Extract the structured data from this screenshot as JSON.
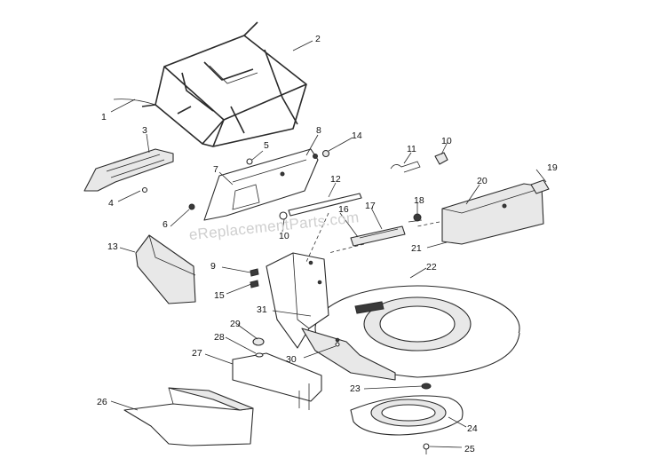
{
  "watermark": "eReplacementParts.com",
  "callouts": {
    "c1": "1",
    "c2": "2",
    "c3": "3",
    "c4": "4",
    "c5": "5",
    "c6": "6",
    "c7": "7",
    "c8": "8",
    "c9": "9",
    "c10a": "10",
    "c10b": "10",
    "c11": "11",
    "c12": "12",
    "c13": "13",
    "c14": "14",
    "c15": "15",
    "c16": "16",
    "c17": "17",
    "c18": "18",
    "c19": "19",
    "c20": "20",
    "c21": "21",
    "c22": "22",
    "c23": "23",
    "c24": "24",
    "c25": "25",
    "c26": "26",
    "c27": "27",
    "c28": "28",
    "c29": "29",
    "c30": "30",
    "c31": "31"
  },
  "colors": {
    "line": "#2a2a2a",
    "watermark": "#cfcfcf",
    "background": "#ffffff"
  }
}
